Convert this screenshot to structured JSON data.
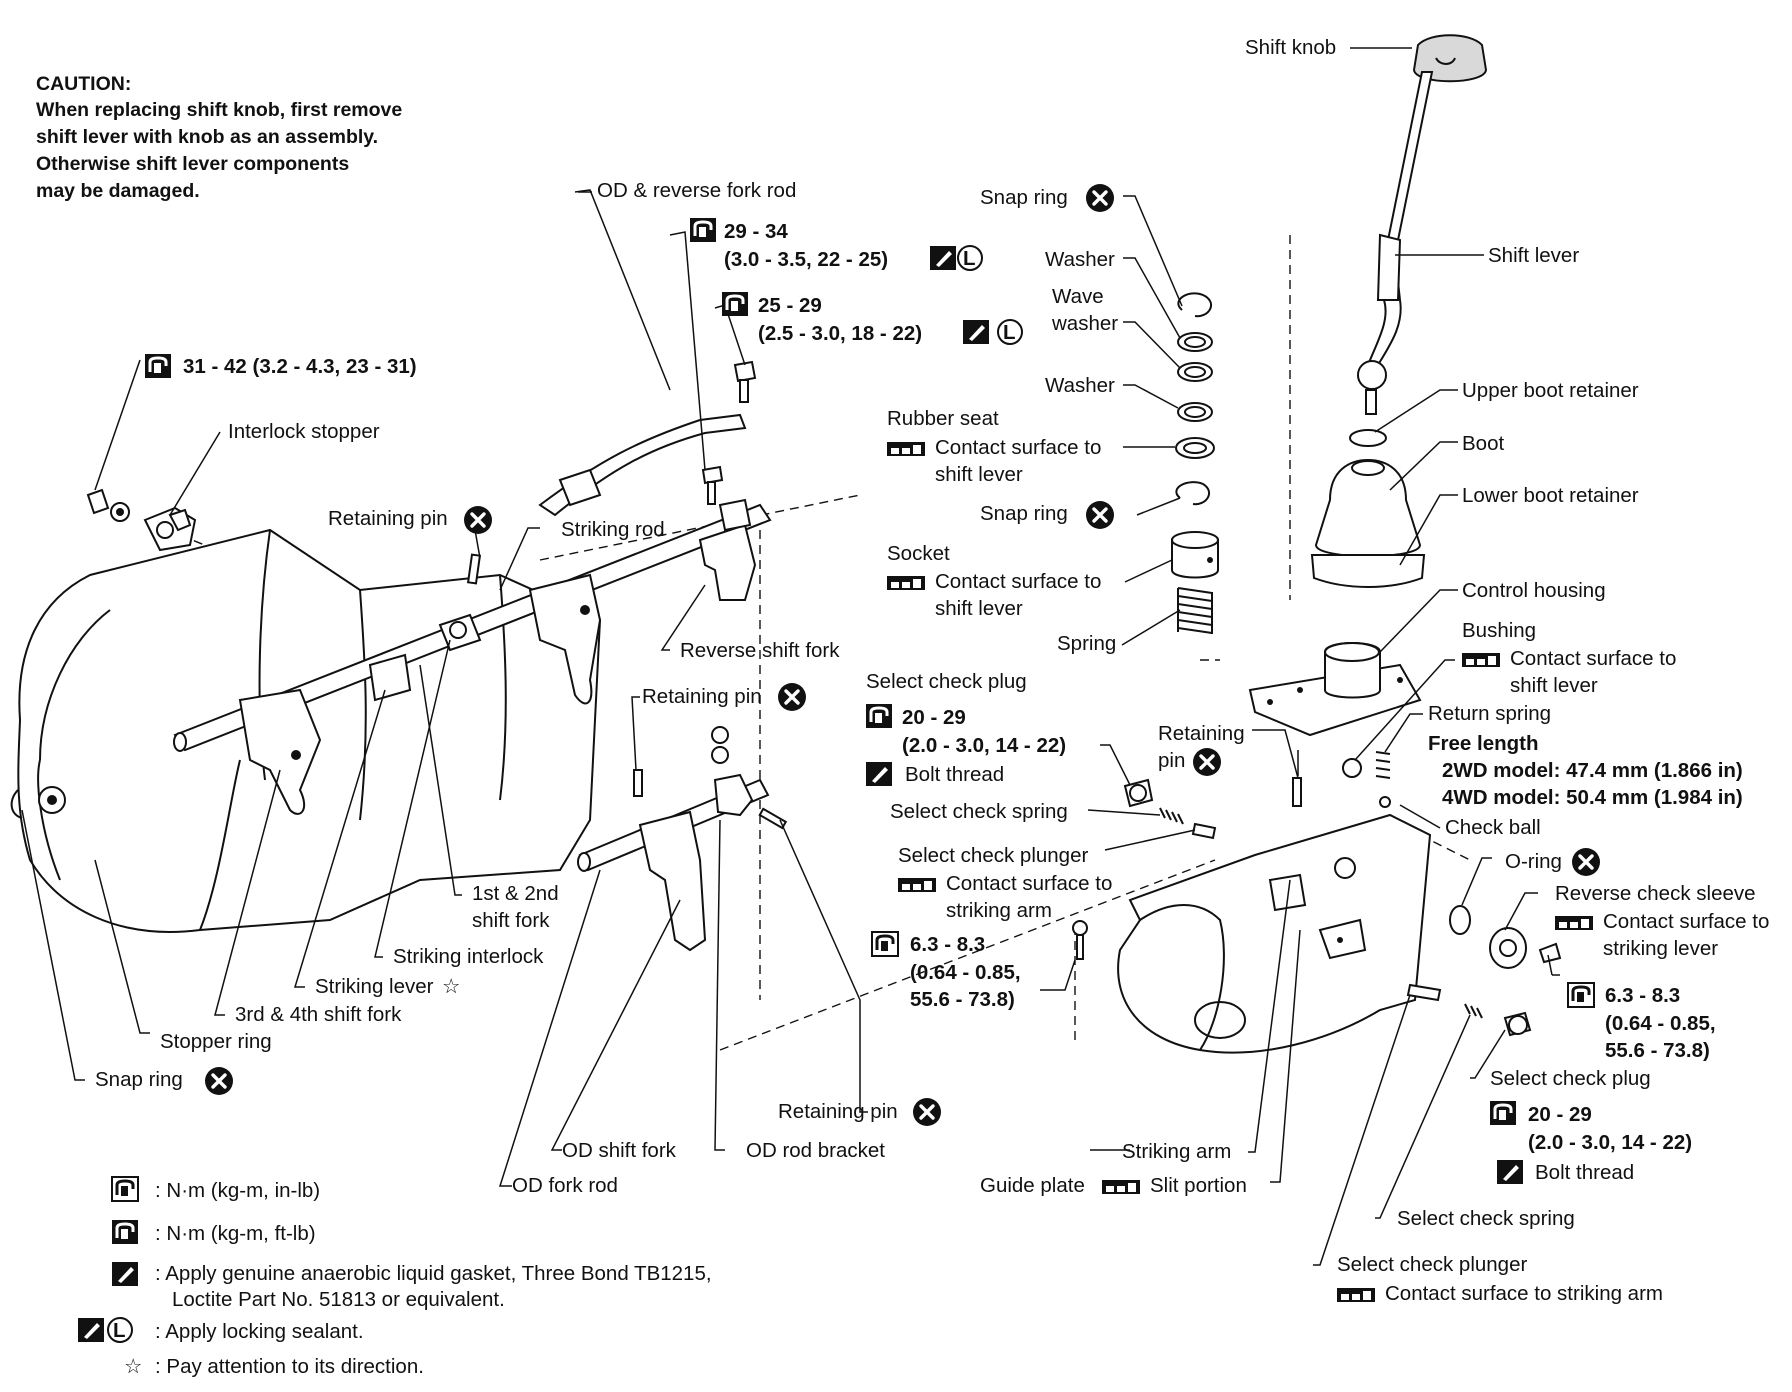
{
  "caution": {
    "heading": "CAUTION:",
    "lines": [
      "When replacing shift knob, first remove",
      "shift lever with knob as an assembly.",
      "Otherwise shift lever components",
      "may be damaged."
    ]
  },
  "labels": {
    "shift_knob": "Shift knob",
    "shift_lever": "Shift lever",
    "od_reverse_fork_rod": "OD & reverse fork rod",
    "torque_29_34": "29 - 34",
    "torque_29_34_sub": "(3.0 - 3.5, 22 - 25)",
    "torque_25_29": "25 - 29",
    "torque_25_29_sub": "(2.5 - 3.0, 18 - 22)",
    "torque_31_42": "31 - 42 (3.2 - 4.3, 23 - 31)",
    "snap_ring": "Snap ring",
    "washer": "Washer",
    "wave": "Wave",
    "washer_lower": "washer",
    "washer2": "Washer",
    "rubber_seat": "Rubber seat",
    "contact_shift_lever": "Contact surface to",
    "contact_shift_lever_2": "shift lever",
    "snap_ring2": "Snap ring",
    "socket": "Socket",
    "socket_contact": "Contact surface to",
    "socket_contact_2": "shift lever",
    "spring": "Spring",
    "upper_boot_retainer": "Upper boot retainer",
    "boot": "Boot",
    "lower_boot_retainer": "Lower boot retainer",
    "control_housing": "Control housing",
    "bushing": "Bushing",
    "bushing_contact": "Contact surface to",
    "bushing_contact_2": "shift lever",
    "return_spring": "Return spring",
    "free_length": "Free length",
    "model_2wd": "2WD model: 47.4 mm (1.866 in)",
    "model_4wd": "4WD model: 50.4 mm (1.984 in)",
    "check_ball": "Check ball",
    "interlock_stopper": "Interlock stopper",
    "retaining_pin": "Retaining pin",
    "striking_rod": "Striking rod",
    "reverse_shift_fork": "Reverse shift fork",
    "retaining_pin2": "Retaining pin",
    "select_check_plug": "Select check plug",
    "torque_20_29": "20 - 29",
    "torque_20_29_sub": "(2.0 - 3.0, 14 - 22)",
    "bolt_thread": "Bolt thread",
    "retaining": "Retaining",
    "pin": "pin",
    "select_check_spring": "Select check spring",
    "select_check_plunger": "Select check plunger",
    "plunger_contact": "Contact surface to",
    "plunger_contact_2": "striking arm",
    "torque_63_83": "6.3 - 8.3",
    "torque_63_83_sub1": "(0.64 - 0.85,",
    "torque_63_83_sub2": "55.6 - 73.8)",
    "o_ring": "O-ring",
    "reverse_check_sleeve": "Reverse check sleeve",
    "sleeve_contact": "Contact surface to",
    "sleeve_contact_2": "striking lever",
    "torque_63_83_b": "6.3 - 8.3",
    "torque_63_83_b_sub1": "(0.64 - 0.85,",
    "torque_63_83_b_sub2": "55.6 - 73.8)",
    "first_second": "1st & 2nd",
    "shift_fork": "shift fork",
    "striking_interlock": "Striking interlock",
    "striking_lever": "Striking lever",
    "third_fourth": "3rd & 4th shift fork",
    "stopper_ring": "Stopper ring",
    "snap_ring3": "Snap ring",
    "retaining_pin3": "Retaining pin",
    "od_shift_fork": "OD shift fork",
    "od_rod_bracket": "OD rod bracket",
    "od_fork_rod": "OD fork rod",
    "select_check_plug2": "Select check plug",
    "torque_20_29_b": "20 - 29",
    "torque_20_29_b_sub": "(2.0 - 3.0, 14 - 22)",
    "bolt_thread2": "Bolt thread",
    "select_check_spring2": "Select check spring",
    "select_check_plunger2": "Select check plunger",
    "plunger2_contact": "Contact surface to striking arm",
    "striking_arm": "Striking arm",
    "guide_plate": "Guide plate",
    "slit_portion": "Slit portion"
  },
  "legend": [
    {
      "symbol": "torque-in-lb-icon",
      "text": ": N·m (kg-m, in-lb)"
    },
    {
      "symbol": "torque-ft-lb-icon",
      "text": ": N·m (kg-m, ft-lb)"
    },
    {
      "symbol": "sealant-icon",
      "text": ": Apply genuine anaerobic liquid gasket, Three Bond TB1215,",
      "text2": "Loctite Part No. 51813 or equivalent."
    },
    {
      "symbol": "locking-sealant-icon",
      "text": ": Apply locking sealant."
    },
    {
      "symbol": "star-icon",
      "text": ": Pay attention to its direction."
    }
  ],
  "symbols": {
    "replace": "replace-x-icon",
    "grease": "grease-icon",
    "locking": "L",
    "star": "☆"
  }
}
